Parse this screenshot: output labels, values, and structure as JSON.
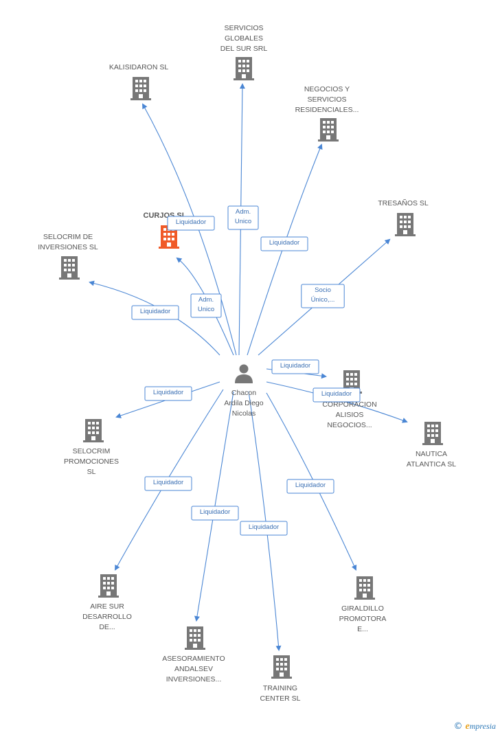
{
  "colors": {
    "edge": "#4a86d4",
    "building": "#777777",
    "highlight": "#f05a28",
    "person": "#777777"
  },
  "center": {
    "name_lines": [
      "Chacon",
      "Ardila Diego",
      "Nicolas"
    ]
  },
  "nodes": [
    {
      "id": "servicios-globales",
      "lines": [
        "SERVICIOS",
        "GLOBALES",
        "DEL SUR SRL"
      ]
    },
    {
      "id": "kalisidaron",
      "lines": [
        "KALISIDARON SL"
      ]
    },
    {
      "id": "negocios-servicios",
      "lines": [
        "NEGOCIOS Y",
        "SERVICIOS",
        "RESIDENCIALES..."
      ]
    },
    {
      "id": "tresanos",
      "lines": [
        "TRESAÑOS SL"
      ]
    },
    {
      "id": "curjos",
      "lines": [
        "CURJOS SL"
      ]
    },
    {
      "id": "selocrim-inversiones",
      "lines": [
        "SELOCRIM DE",
        "INVERSIONES SL"
      ]
    },
    {
      "id": "corporacion-alisios",
      "lines": [
        "CORPORACION",
        "ALISIOS",
        "NEGOCIOS..."
      ]
    },
    {
      "id": "nautica-atlantica",
      "lines": [
        "NAUTICA",
        "ATLANTICA SL"
      ]
    },
    {
      "id": "selocrim-promociones",
      "lines": [
        "SELOCRIM",
        "PROMOCIONES",
        "SL"
      ]
    },
    {
      "id": "aire-sur",
      "lines": [
        "AIRE SUR",
        "DESARROLLO",
        "DE..."
      ]
    },
    {
      "id": "asesoramiento",
      "lines": [
        "ASESORAMIENTO",
        "ANDALSEV",
        "INVERSIONES..."
      ]
    },
    {
      "id": "training-center",
      "lines": [
        "TRAINING",
        "CENTER SL"
      ]
    },
    {
      "id": "giraldillo",
      "lines": [
        "GIRALDILLO",
        "PROMOTORA",
        "E..."
      ]
    }
  ],
  "edges": [
    {
      "to": "servicios-globales",
      "label_lines": [
        "Adm.",
        "Unico"
      ]
    },
    {
      "to": "kalisidaron",
      "label_lines": [
        "Liquidador"
      ]
    },
    {
      "to": "negocios-servicios",
      "label_lines": [
        "Liquidador"
      ]
    },
    {
      "to": "tresanos",
      "label_lines": [
        "Socio",
        "Único,..."
      ]
    },
    {
      "to": "curjos",
      "label_lines": [
        "Adm.",
        "Unico"
      ]
    },
    {
      "to": "selocrim-inversiones",
      "label_lines": [
        "Liquidador"
      ]
    },
    {
      "to": "corporacion-alisios",
      "label_lines": [
        "Liquidador"
      ]
    },
    {
      "to": "nautica-atlantica",
      "label_lines": [
        "Liquidador"
      ]
    },
    {
      "to": "selocrim-promociones",
      "label_lines": [
        "Liquidador"
      ]
    },
    {
      "to": "aire-sur",
      "label_lines": [
        "Liquidador"
      ]
    },
    {
      "to": "asesoramiento",
      "label_lines": [
        "Liquidador"
      ]
    },
    {
      "to": "training-center",
      "label_lines": [
        "Liquidador"
      ]
    },
    {
      "to": "giraldillo",
      "label_lines": [
        "Liquidador"
      ]
    }
  ],
  "watermark": {
    "copyright": "©",
    "brand_initial": "e",
    "brand_rest": "mpresia"
  }
}
